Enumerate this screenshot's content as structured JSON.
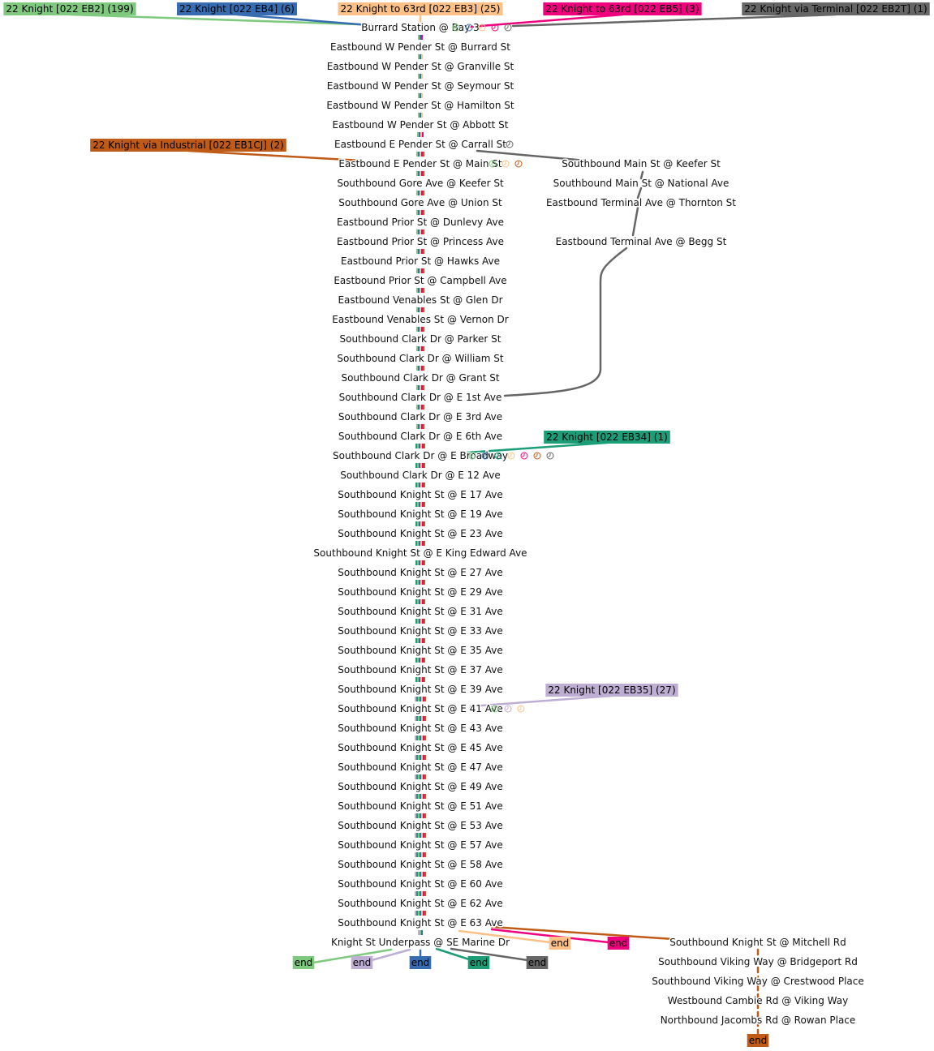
{
  "routes": [
    {
      "id": "eb2",
      "name": "22 Knight [022 EB2] (199)",
      "color": "#7fc97f"
    },
    {
      "id": "eb4",
      "name": "22 Knight [022 EB4] (6)",
      "color": "#386cb0"
    },
    {
      "id": "eb3",
      "name": "22 Knight to 63rd [022 EB3] (25)",
      "color": "#fdc086"
    },
    {
      "id": "eb5",
      "name": "22 Knight to 63rd [022 EB5] (3)",
      "color": "#f0027f"
    },
    {
      "id": "eb2t",
      "name": "22 Knight via Terminal [022 EB2T] (1)",
      "color": "#666666"
    },
    {
      "id": "eb1cj",
      "name": "22 Knight via Industrial [022 EB1CJ] (2)",
      "color": "#bf5b17"
    },
    {
      "id": "eb34",
      "name": "22 Knight [022 EB34] (1)",
      "color": "#1b9e77"
    },
    {
      "id": "eb35",
      "name": "22 Knight [022 EB35] (27)",
      "color": "#beaed4"
    }
  ],
  "main_stops": [
    "Burrard Station @ Bay 3",
    "Eastbound W Pender St @ Burrard St",
    "Eastbound W Pender St @ Granville St",
    "Eastbound W Pender St @ Seymour St",
    "Eastbound W Pender St @ Hamilton St",
    "Eastbound W Pender St @ Abbott St",
    "Eastbound E Pender St @ Carrall St",
    "Eastbound E Pender St @ Main St",
    "Southbound Gore Ave @ Keefer St",
    "Southbound Gore Ave @ Union St",
    "Eastbound Prior St @ Dunlevy Ave",
    "Eastbound Prior St @ Princess Ave",
    "Eastbound Prior St @ Hawks Ave",
    "Eastbound Prior St @ Campbell Ave",
    "Eastbound Venables St @ Glen Dr",
    "Eastbound Venables St @ Vernon Dr",
    "Southbound Clark Dr @ Parker St",
    "Southbound Clark Dr @ William St",
    "Southbound Clark Dr @ Grant St",
    "Southbound Clark Dr @ E 1st Ave",
    "Southbound Clark Dr @ E 3rd Ave",
    "Southbound Clark Dr @ E 6th Ave",
    "Southbound Clark Dr @ E Broadway",
    "Southbound Clark Dr @ E 12 Ave",
    "Southbound Knight St @ E 17 Ave",
    "Southbound Knight St @ E 19 Ave",
    "Southbound Knight St @ E 23 Ave",
    "Southbound Knight St @ E King Edward Ave",
    "Southbound Knight St @ E 27 Ave",
    "Southbound Knight St @ E 29 Ave",
    "Southbound Knight St @ E 31 Ave",
    "Southbound Knight St @ E 33 Ave",
    "Southbound Knight St @ E 35 Ave",
    "Southbound Knight St @ E 37 Ave",
    "Southbound Knight St @ E 39 Ave",
    "Southbound Knight St @ E 41 Ave",
    "Southbound Knight St @ E 43 Ave",
    "Southbound Knight St @ E 45 Ave",
    "Southbound Knight St @ E 47 Ave",
    "Southbound Knight St @ E 49 Ave",
    "Southbound Knight St @ E 51 Ave",
    "Southbound Knight St @ E 53 Ave",
    "Southbound Knight St @ E 57 Ave",
    "Southbound Knight St @ E 58 Ave",
    "Southbound Knight St @ E 60 Ave",
    "Southbound Knight St @ E 62 Ave",
    "Southbound Knight St @ E 63 Ave",
    "Knight St Underpass @ SE Marine Dr"
  ],
  "terminal_branch_stops": [
    "Southbound Main St @ Keefer St",
    "Southbound Main St @ National Ave",
    "Eastbound Terminal Ave @ Thornton St",
    "Eastbound Terminal Ave @ Begg St"
  ],
  "industrial_branch_stops": [
    "Southbound Knight St @ Mitchell Rd",
    "Southbound Viking Way @ Bridgeport Rd",
    "Southbound Viking Way @ Crestwood Place",
    "Westbound Cambie Rd @ Viking Way",
    "Northbound Jacombs Rd @ Rowan Place"
  ],
  "end_label": "end",
  "clock_icon": "clock-icon"
}
